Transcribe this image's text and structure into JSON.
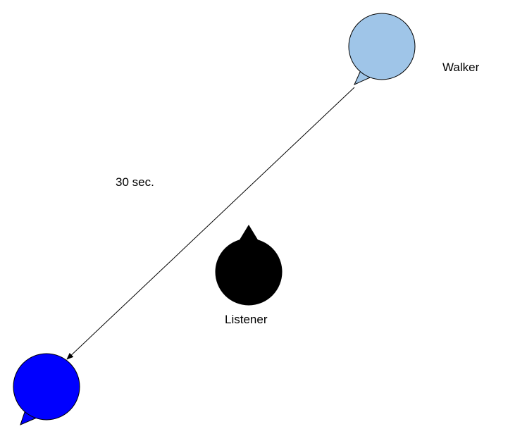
{
  "labels": {
    "walker": "Walker",
    "duration": "30 sec.",
    "listener": "Listener"
  },
  "colors": {
    "walker_start_fill": "#9fc5e8",
    "walker_end_fill": "#0000ff",
    "listener_fill": "#000000",
    "stroke": "#000000",
    "background": "#ffffff"
  },
  "icons": {
    "walker_start": "speech-bubble-icon",
    "walker_end": "speech-bubble-icon",
    "listener": "head-with-nose-icon",
    "path": "arrow-icon"
  }
}
